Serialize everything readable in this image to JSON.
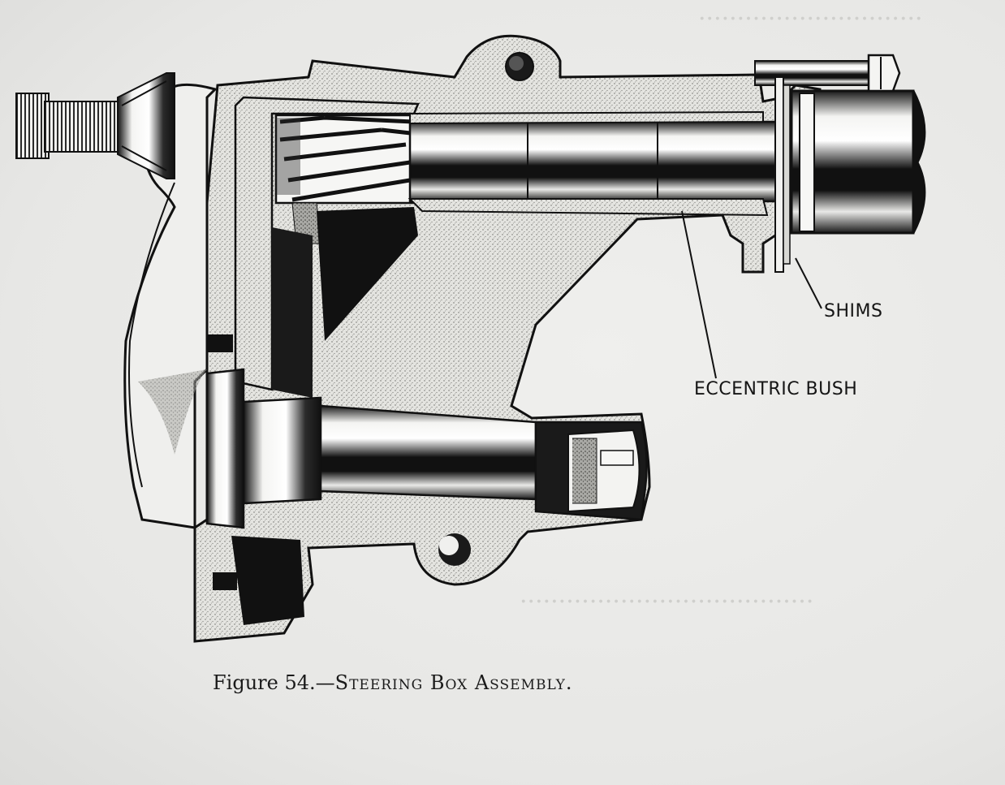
{
  "figure": {
    "caption_prefix": "Figure 54.—",
    "caption_title": "Steering Box Assembly."
  },
  "callouts": {
    "shims": "SHIMS",
    "eccentric_bush": "ECCENTRIC BUSH"
  },
  "colors": {
    "paper": "#e9e9e7",
    "ink": "#151515",
    "metal_light": "#f7f7f5",
    "stipple": "#cfcfca"
  }
}
